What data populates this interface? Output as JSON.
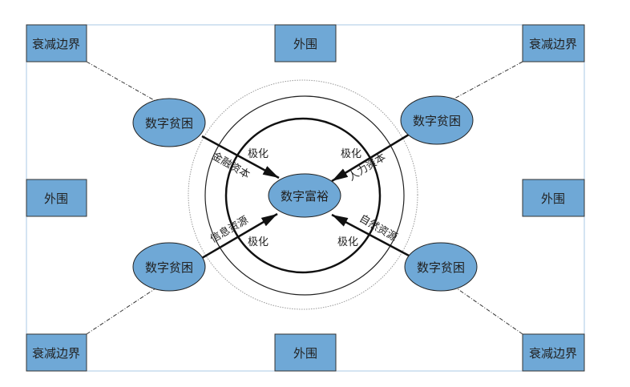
{
  "boxes": {
    "top_left": "衰减边界",
    "top_center": "外围",
    "top_right": "衰减边界",
    "mid_left": "外围",
    "mid_right": "外围",
    "bottom_left": "衰减边界",
    "bottom_center": "外围",
    "bottom_right": "衰减边界"
  },
  "nodes": {
    "center": "数字富裕",
    "top_left": "数字贫困",
    "top_right": "数字贫困",
    "bottom_left": "数字贫困",
    "bottom_right": "数字贫困"
  },
  "arrows": {
    "top_left": {
      "label": "金融资本",
      "polar": "极化"
    },
    "top_right": {
      "label": "人力资本",
      "polar": "极化"
    },
    "bottom_left": {
      "label": "信息资源",
      "polar": "极化"
    },
    "bottom_right": {
      "label": "自然资源",
      "polar": "极化"
    }
  },
  "colors": {
    "fill": "#6fa8d6",
    "frame": "#a9c8e6",
    "stroke": "#222222"
  }
}
